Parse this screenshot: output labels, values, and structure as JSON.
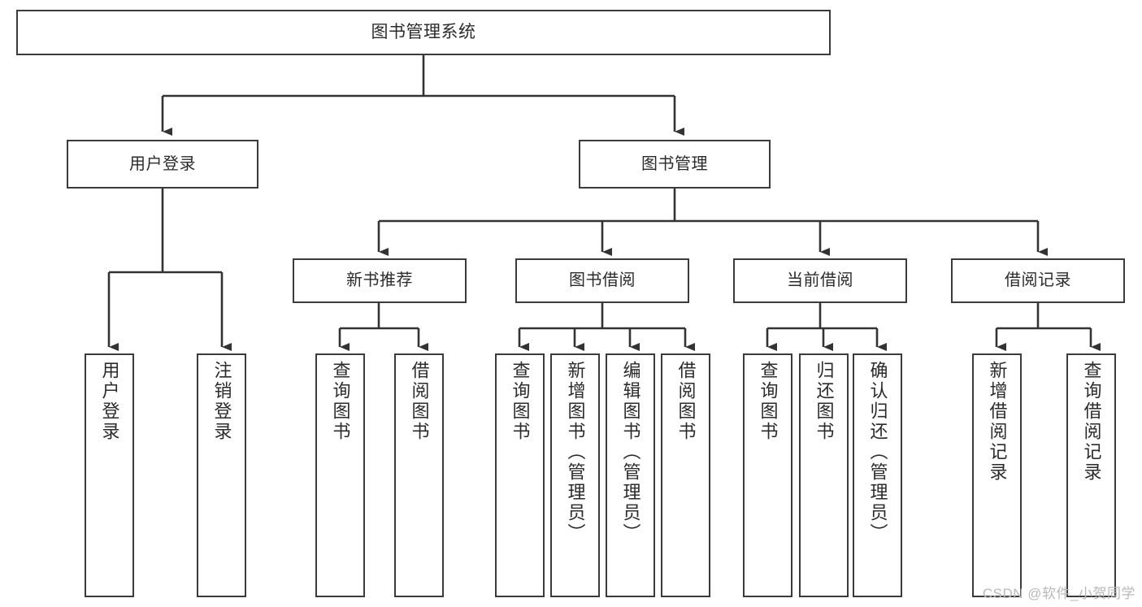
{
  "diagram": {
    "type": "hierarchy-tree",
    "title": "图书管理系统",
    "watermark": "CSDN @软件_小贺同学",
    "colors": {
      "box_border": "#3b3b3b",
      "box_fill": "#ffffff",
      "connector": "#333333",
      "text": "#2b2b2b",
      "watermark": "#b9b9b9"
    },
    "levels": {
      "root": {
        "label": "图书管理系统"
      },
      "level2": [
        {
          "label": "用户登录"
        },
        {
          "label": "图书管理"
        }
      ],
      "level3": [
        {
          "label": "新书推荐"
        },
        {
          "label": "图书借阅"
        },
        {
          "label": "当前借阅"
        },
        {
          "label": "借阅记录"
        }
      ],
      "leaves": {
        "user_login": [
          {
            "label": "用户登录"
          },
          {
            "label": "注销登录"
          }
        ],
        "new_book": [
          {
            "label": "查询图书"
          },
          {
            "label": "借阅图书"
          }
        ],
        "book_borrow": [
          {
            "label": "查询图书"
          },
          {
            "label": "新增图书（管理员）"
          },
          {
            "label": "编辑图书（管理员）"
          },
          {
            "label": "借阅图书"
          }
        ],
        "current_borrow": [
          {
            "label": "查询图书"
          },
          {
            "label": "归还图书"
          },
          {
            "label": "确认归还（管理员）"
          }
        ],
        "borrow_record": [
          {
            "label": "新增借阅记录"
          },
          {
            "label": "查询借阅记录"
          }
        ]
      }
    }
  }
}
